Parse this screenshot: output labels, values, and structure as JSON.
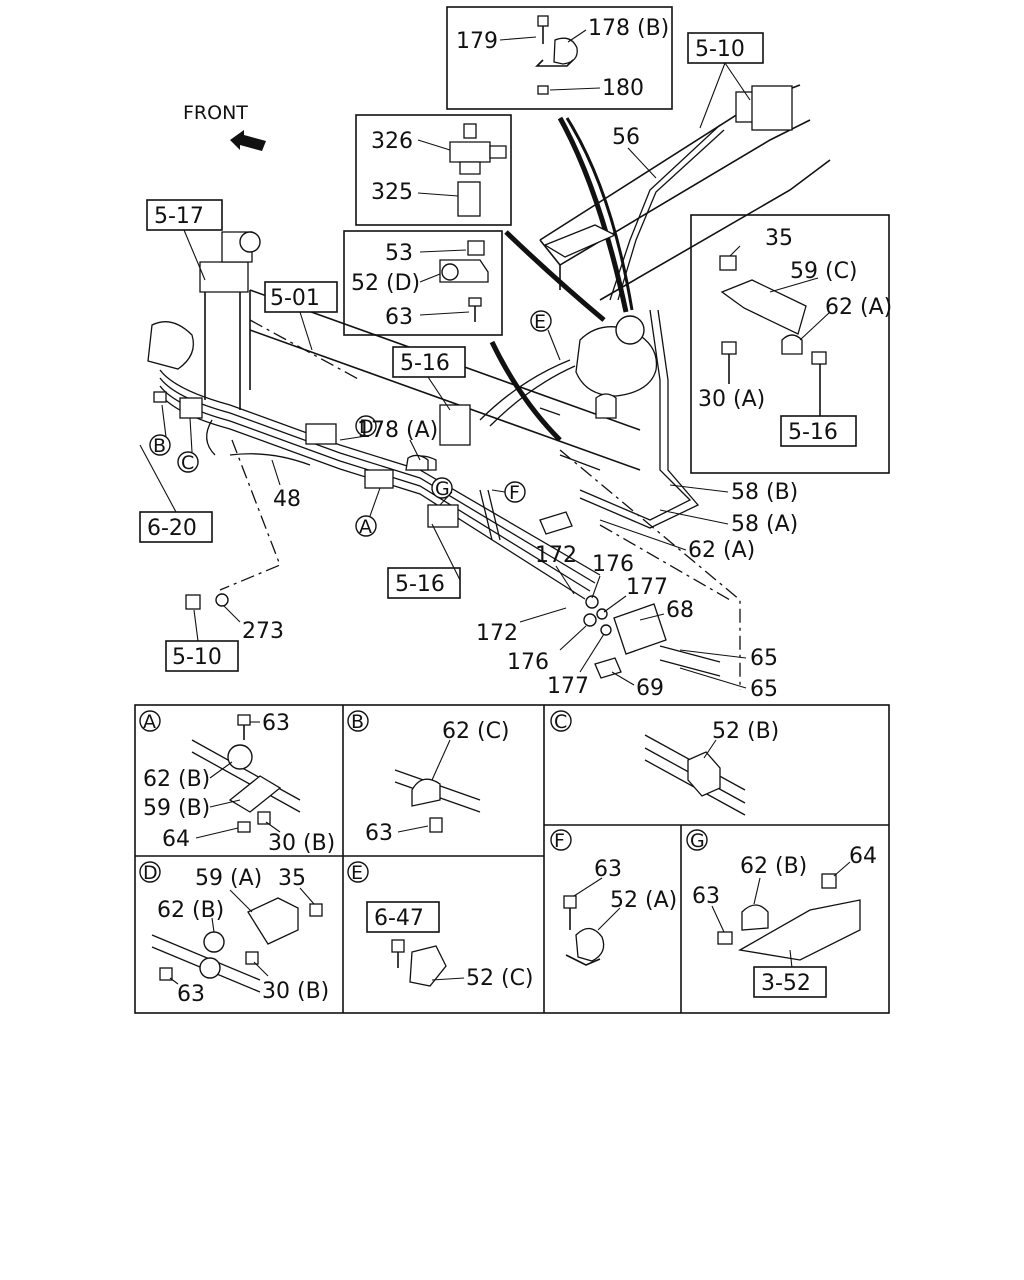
{
  "direction": {
    "front_label": "FRONT"
  },
  "ref_boxes": {
    "r510_top": "5-10",
    "r517": "5-17",
    "r501": "5-01",
    "r516_mid": "5-16",
    "r516_right": "5-16",
    "r516_low": "5-16",
    "r620": "6-20",
    "r510_bot": "5-10",
    "r647": "6-47",
    "r352": "3-52"
  },
  "callouts": {
    "c179": "179",
    "c178b": "178 (B)",
    "c180": "180",
    "c326": "326",
    "c325": "325",
    "c53": "53",
    "c52d": "52 (D)",
    "c63": "63",
    "c56": "56",
    "c35": "35",
    "c59c": "59 (C)",
    "c62a_r": "62 (A)",
    "c30a": "30 (A)",
    "c178a": "178 (A)",
    "c48": "48",
    "c58b": "58 (B)",
    "c58a": "58 (A)",
    "c62a_m": "62 (A)",
    "c172a": "172",
    "c172b": "172",
    "c176a": "176",
    "c176b": "176",
    "c177a": "177",
    "c177b": "177",
    "c68": "68",
    "c65a": "65",
    "c65b": "65",
    "c69": "69",
    "c273": "273"
  },
  "view_markers": {
    "m_d": "D",
    "m_e": "E",
    "m_b": "B",
    "m_c": "C",
    "m_a": "A",
    "m_g": "G",
    "m_f": "F"
  },
  "details": {
    "a": {
      "letter": "A",
      "labels": [
        "63",
        "62 (B)",
        "59 (B)",
        "64",
        "30 (B)"
      ]
    },
    "b": {
      "letter": "B",
      "labels": [
        "62 (C)",
        "63"
      ]
    },
    "c": {
      "letter": "C",
      "labels": [
        "52 (B)"
      ]
    },
    "d": {
      "letter": "D",
      "labels": [
        "59 (A)",
        "35",
        "62 (B)",
        "63",
        "30 (B)"
      ]
    },
    "e": {
      "letter": "E",
      "labels": [
        "52 (C)"
      ]
    },
    "f": {
      "letter": "F",
      "labels": [
        "63",
        "52 (A)"
      ]
    },
    "g": {
      "letter": "G",
      "labels": [
        "62 (B)",
        "64",
        "63"
      ]
    }
  }
}
